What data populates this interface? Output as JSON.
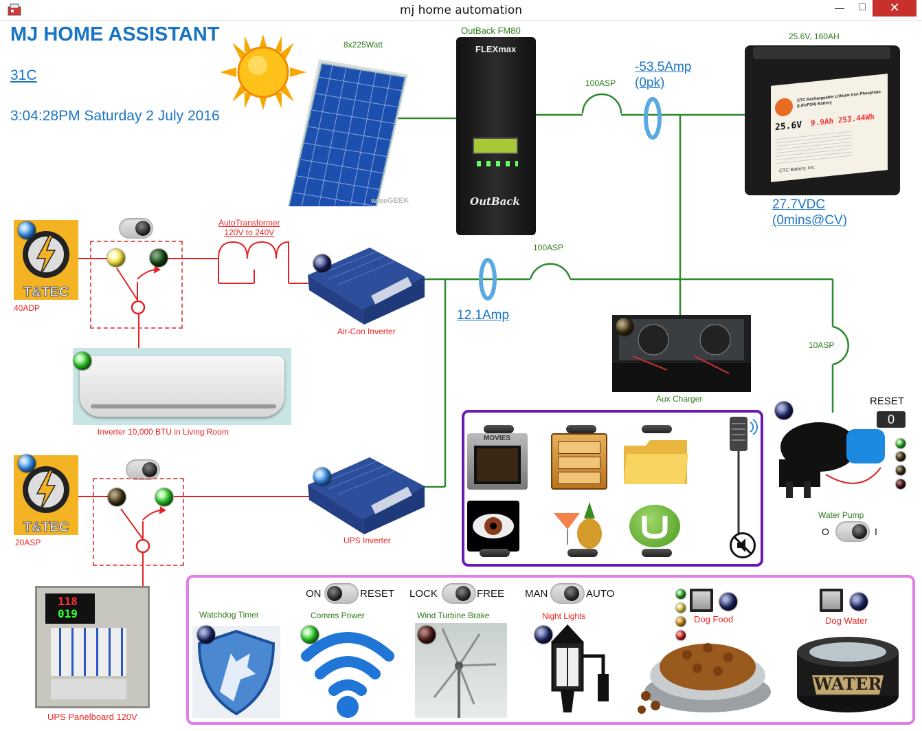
{
  "window": {
    "title": "mj home automation",
    "minimize_glyph": "—",
    "maximize_glyph": "□",
    "close_glyph": "✕"
  },
  "header": {
    "app_title": "MJ HOME ASSISTANT",
    "temperature": "31C",
    "datetime": "3:04:28PM Saturday 2 July 2016"
  },
  "solar": {
    "panel_label": "8x225Watt",
    "watermark": "wiseGEEK",
    "controller_label": "OutBack FM80",
    "controller_brand": "FLEXmax",
    "controller_logo": "OutBack"
  },
  "battery": {
    "spec": "25.6V, 160AH",
    "voltage_link": "27.7VDC",
    "cv_link": "(0mins@CV)",
    "battery_face_line1": "CTC Rechargeable Lithium Iron Phosphate (LiFePO4) Battery",
    "battery_face_line2": "25.6V",
    "battery_face_line3": "9.9Ah 253.44Wh",
    "battery_face_line4": "CTC Battery, Inc."
  },
  "dc_bus": {
    "breaker_top": "100ASP",
    "current_top_link": "-53.5Amp",
    "current_top_peak": "(0pk)",
    "breaker_mid": "100ASP",
    "current_mid_link": "12.1Amp",
    "breaker_pump": "10ASP"
  },
  "aircon_circuit": {
    "supply_label": "40ADP",
    "brand_logo": "T&TEC",
    "autotransformer_line1": "AutoTransformer",
    "autotransformer_line2": "120V to 240V",
    "inverter_label": "Air-Con Inverter",
    "aircon_label": "Inverter 10,000 BTU in Living Room"
  },
  "ups_circuit": {
    "supply_label": "20ASP",
    "brand_logo": "T&TEC",
    "inverter_label": "UPS Inverter",
    "panel_label": "UPS Panelboard 120V",
    "meter_top": "118",
    "meter_bottom": "019"
  },
  "aux_charger": {
    "label": "Aux Charger"
  },
  "water_pump": {
    "label": "Water Pump",
    "reset_label": "RESET",
    "counter": "0",
    "switch_off": "O",
    "switch_on": "I"
  },
  "apps_panel": {
    "movies_label": "MOVIES"
  },
  "bottom_panel": {
    "comms_switch_left": "ON",
    "comms_switch_right": "RESET",
    "brake_switch_left": "LOCK",
    "brake_switch_right": "FREE",
    "lights_switch_left": "MAN",
    "lights_switch_right": "AUTO",
    "watchdog_label": "Watchdog Timer",
    "comms_label": "Comms Power",
    "wind_label": "Wind Turbine Brake",
    "night_label": "Night Lights",
    "dog_food_label": "Dog Food",
    "dog_water_label": "Dog Water",
    "water_bowl_text": "WATER"
  },
  "colors": {
    "title_blue": "#1a74c5",
    "wire_green": "#2c8a2c",
    "wire_red": "#e22222",
    "panel_purple": "#6a1bb5",
    "panel_pink": "#e07ee8"
  }
}
